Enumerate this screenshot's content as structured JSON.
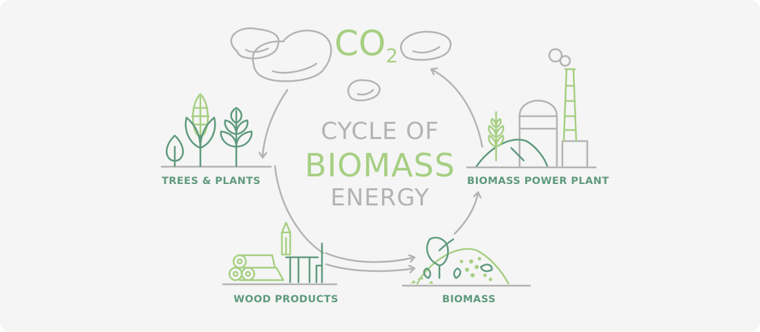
{
  "colors": {
    "background": "#f5f5f5",
    "gray": "#b3b3b3",
    "dark_green": "#5f9a7e",
    "light_green": "#a6cf82"
  },
  "co2": {
    "main": "CO",
    "subscript": "2"
  },
  "center": {
    "line1": "CYCLE OF",
    "line2": "BIOMASS",
    "line3": "ENERGY"
  },
  "stages": {
    "trees_plants": "TREES & PLANTS",
    "wood_products": "WOOD PRODUCTS",
    "biomass": "BIOMASS",
    "power_plant": "BIOMASS POWER PLANT"
  }
}
